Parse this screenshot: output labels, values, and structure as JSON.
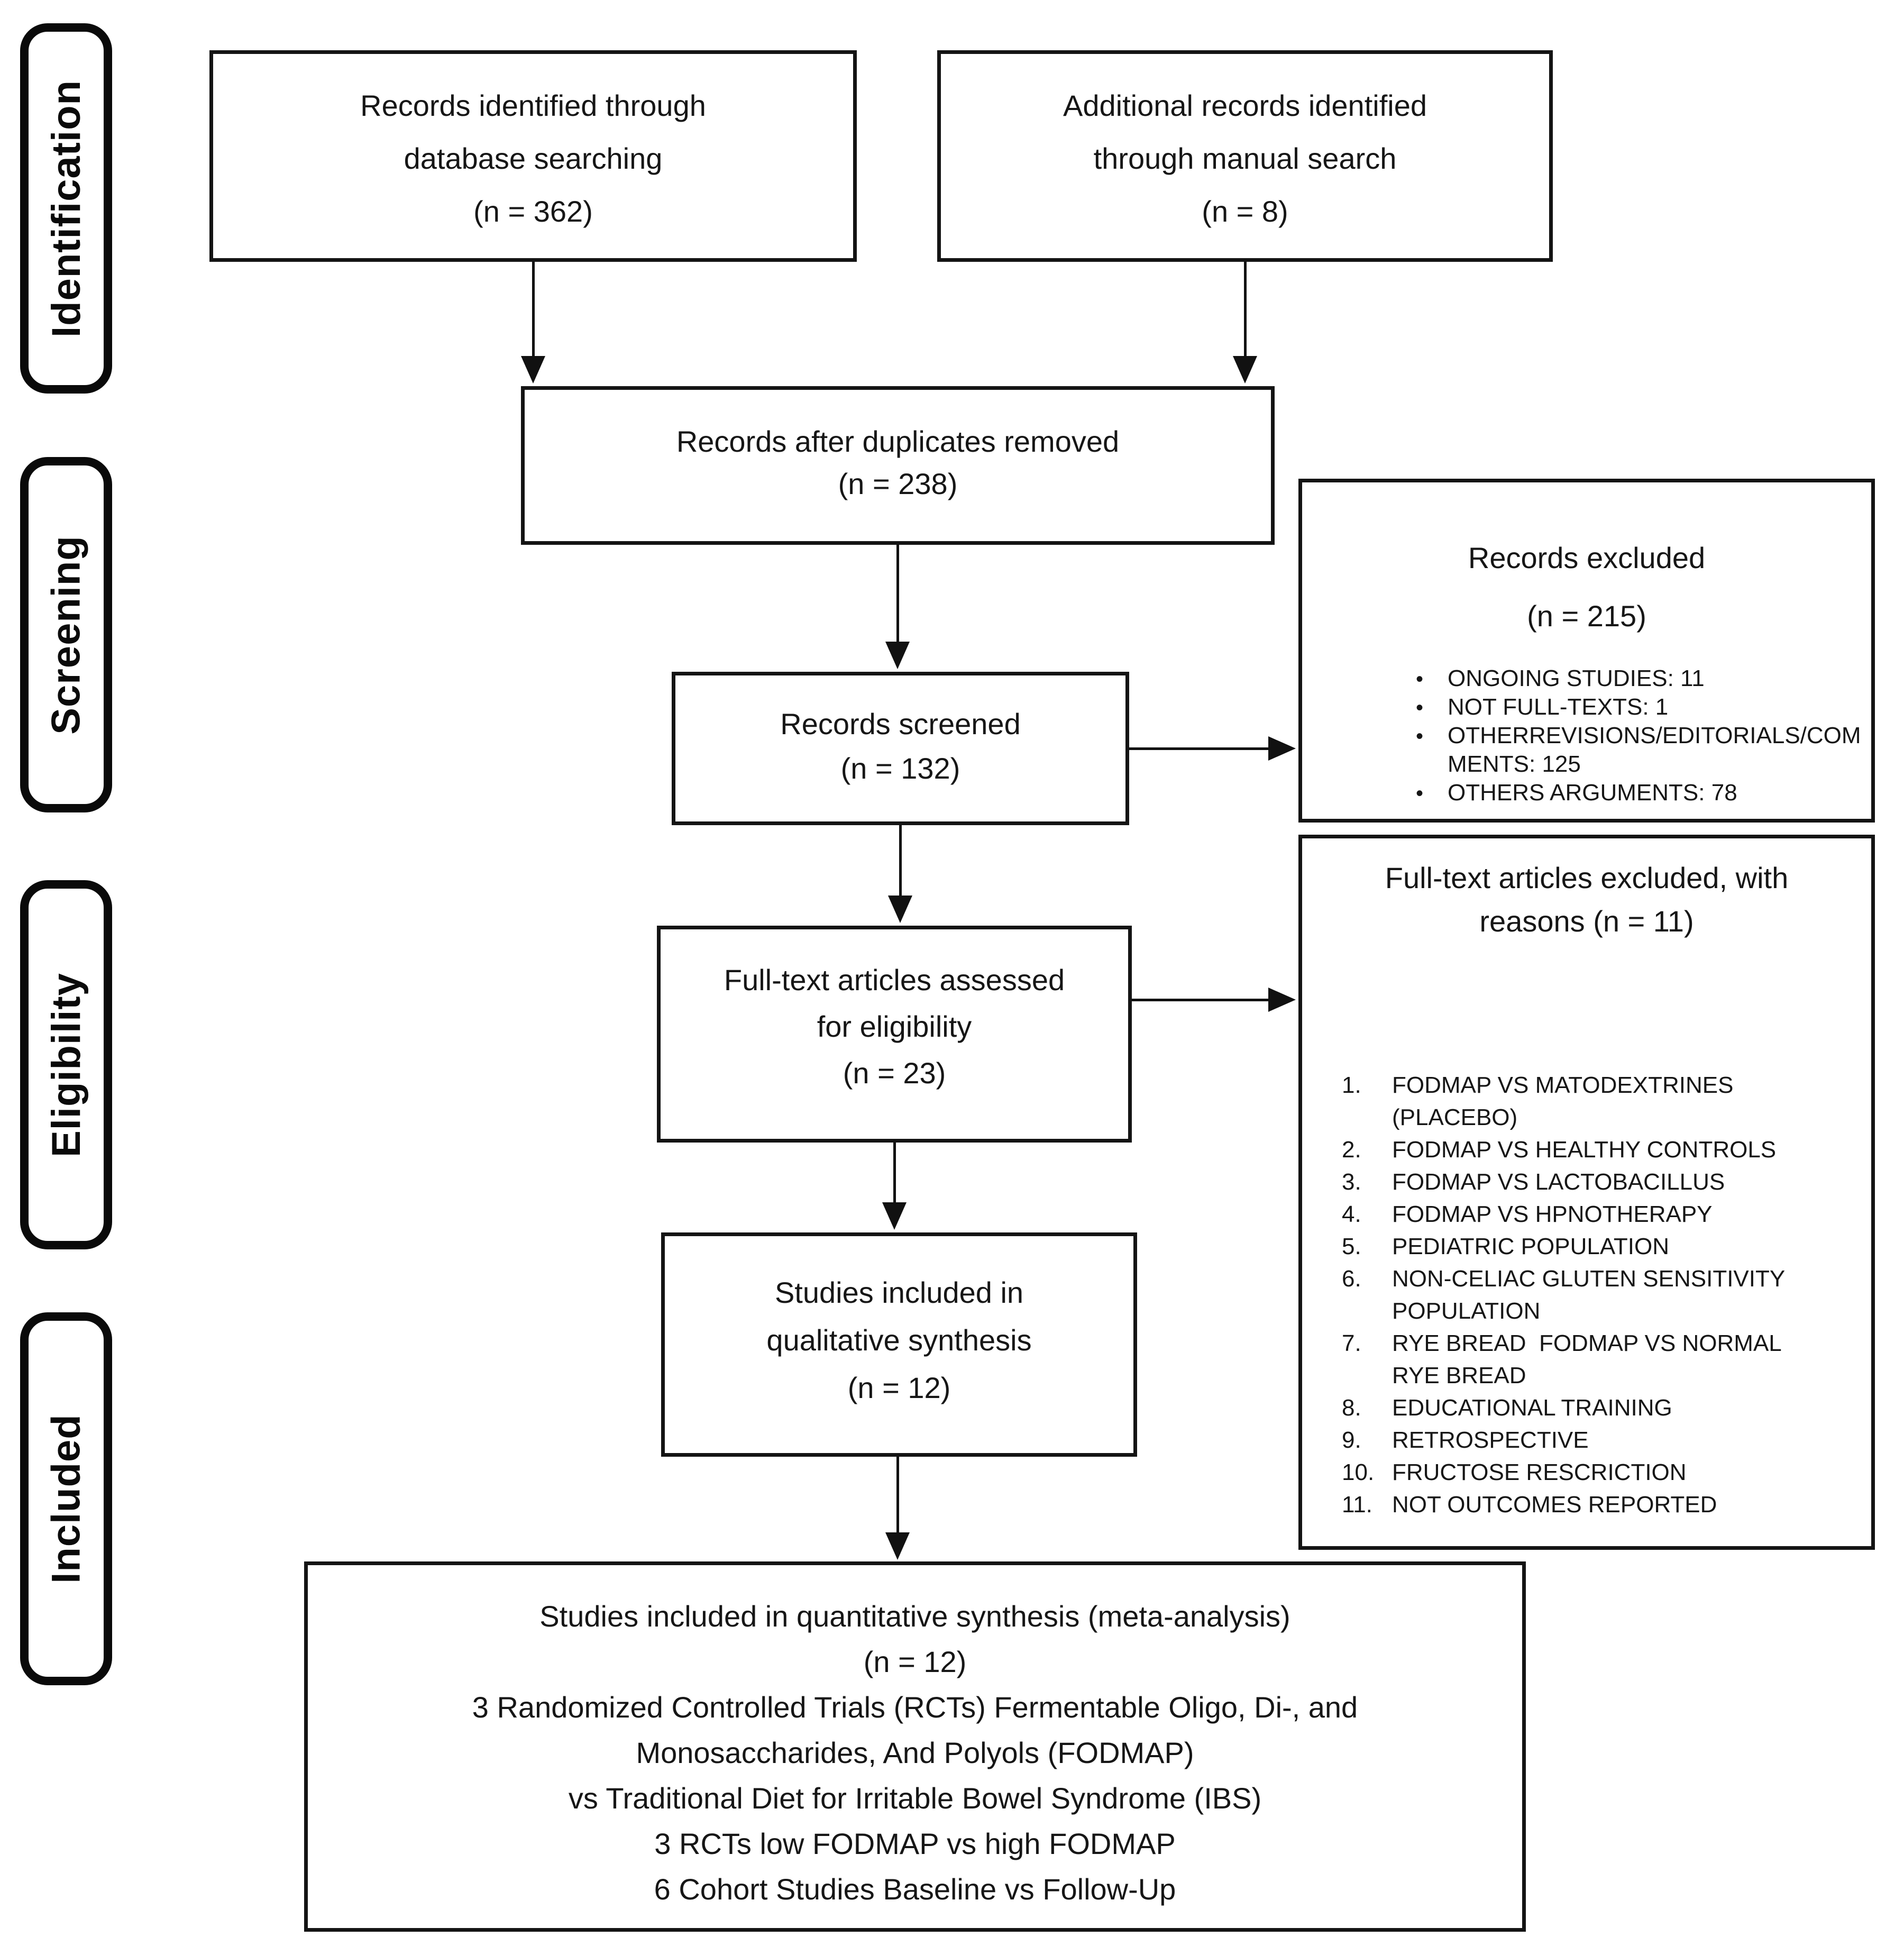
{
  "stages": {
    "identification": "Identification",
    "screening": "Screening",
    "eligibility": "Eligibility",
    "included": "Included"
  },
  "boxes": {
    "db_search": {
      "lines": [
        "Records identified through",
        "database searching",
        "(n = 362)"
      ]
    },
    "manual_search": {
      "lines": [
        "Additional records identified",
        "through manual search",
        "(n = 8)"
      ]
    },
    "duplicates_removed": {
      "lines": [
        "Records after duplicates removed",
        "(n = 238)"
      ]
    },
    "records_screened": {
      "lines": [
        "Records screened",
        "(n = 132)"
      ]
    },
    "fulltext_assessed": {
      "lines": [
        "Full-text articles assessed",
        "for eligibility",
        "(n = 23)"
      ]
    },
    "qualitative_synthesis": {
      "lines": [
        "Studies included in",
        "qualitative synthesis",
        "(n = 12)"
      ]
    },
    "quantitative_synthesis": {
      "lines": [
        "Studies included in quantitative synthesis (meta-analysis)",
        "(n = 12)",
        "3 Randomized Controlled Trials (RCTs) Fermentable Oligo, Di-, and",
        "Monosaccharides, And Polyols (FODMAP)",
        "vs Traditional Diet for Irritable Bowel Syndrome (IBS)",
        "3 RCTs low FODMAP vs high FODMAP",
        "6 Cohort Studies Baseline vs Follow-Up"
      ]
    },
    "records_excluded": {
      "title_lines": [
        "Records excluded",
        "(n = 215)"
      ],
      "bullet_char": "•",
      "bullets": [
        {
          "lines": [
            "ONGOING STUDIES: 11"
          ]
        },
        {
          "lines": [
            "NOT FULL-TEXTS: 1"
          ]
        },
        {
          "lines": [
            "OTHERREVISIONS/EDITORIALS/COM",
            "MENTS: 125"
          ]
        },
        {
          "lines": [
            "OTHERS ARGUMENTS: 78"
          ]
        }
      ]
    },
    "fulltext_excluded": {
      "title_lines": [
        "Full-text articles excluded, with",
        "reasons (n = 11)"
      ],
      "items": [
        {
          "num": "1.",
          "lines": [
            "FODMAP VS MATODEXTRINES",
            "(PLACEBO)"
          ]
        },
        {
          "num": "2.",
          "lines": [
            "FODMAP VS HEALTHY CONTROLS"
          ]
        },
        {
          "num": "3.",
          "lines": [
            "FODMAP VS LACTOBACILLUS"
          ]
        },
        {
          "num": "4.",
          "lines": [
            "FODMAP VS HPNOTHERAPY"
          ]
        },
        {
          "num": "5.",
          "lines": [
            "PEDIATRIC POPULATION"
          ]
        },
        {
          "num": "6.",
          "lines": [
            "NON-CELIAC GLUTEN SENSITIVITY",
            "POPULATION"
          ]
        },
        {
          "num": "7.",
          "lines": [
            "RYE BREAD  FODMAP VS NORMAL",
            "RYE BREAD"
          ]
        },
        {
          "num": "8.",
          "lines": [
            "EDUCATIONAL TRAINING"
          ]
        },
        {
          "num": "9.",
          "lines": [
            "RETROSPECTIVE"
          ]
        },
        {
          "num": "10.",
          "lines": [
            "FRUCTOSE RESCRICTION"
          ]
        },
        {
          "num": "11.",
          "lines": [
            "NOT OUTCOMES REPORTED"
          ]
        }
      ]
    }
  },
  "colors": {
    "border": "#141414",
    "background": "#ffffff",
    "text": "#161616"
  }
}
